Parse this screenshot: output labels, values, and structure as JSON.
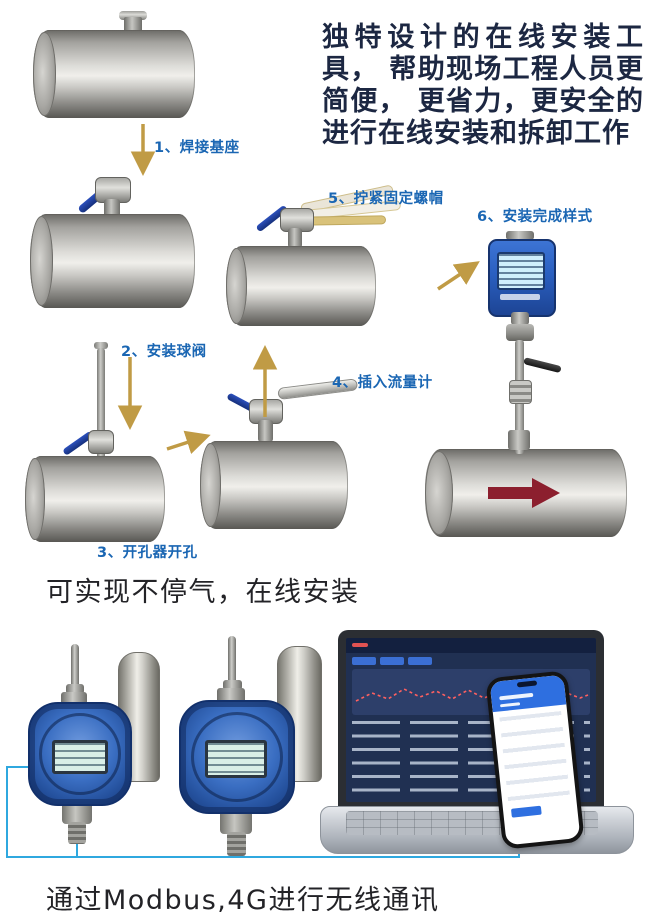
{
  "intro": {
    "text": "独特设计的在线安装工具， 帮助现场工程人员更简便， 更省力，更安全的进行在线安装和拆卸工作"
  },
  "steps": {
    "s1": "1、焊接基座",
    "s2": "2、安装球阀",
    "s3": "3、开孔器开孔",
    "s4": "4、插入流量计",
    "s5": "5、拧紧固定螺帽",
    "s6": "6、安装完成样式"
  },
  "captions": {
    "online_install": "可实现不停气，在线安装",
    "communication": "通过Modbus,4G进行无线通讯"
  },
  "colors": {
    "step_label": "#1a66b3",
    "arrow_gold": "#c09b45",
    "intro_text": "#1c2742",
    "caption_text": "#232327",
    "flow_arrow_red": "#8c1f2e",
    "detector_blue": "#2c5cae",
    "meter_head_blue": "#2a5fc0",
    "wire_blue": "#2fa8df",
    "dashboard_navy": "#203052",
    "phone_header_blue": "#2e6fe0"
  }
}
